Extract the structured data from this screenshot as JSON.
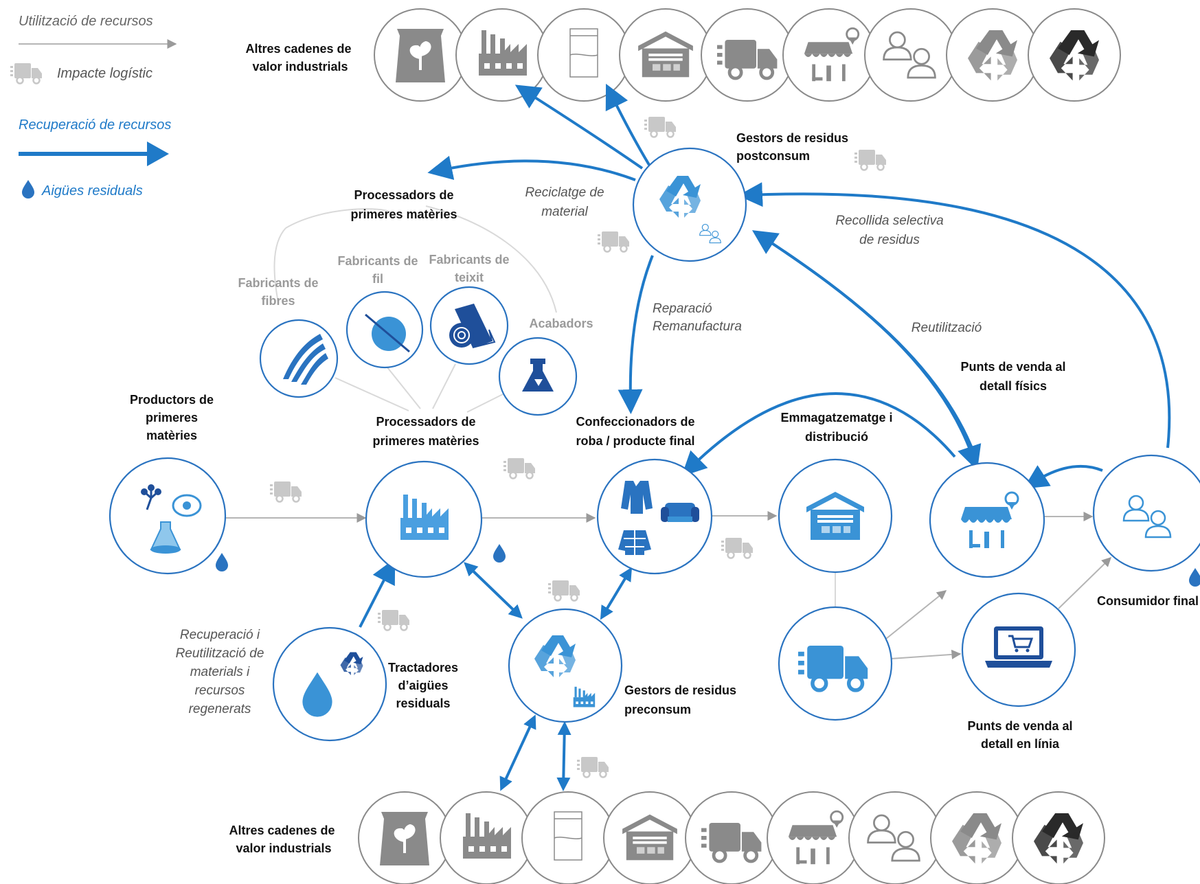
{
  "legend": {
    "resource_use": "Utilització de recursos",
    "logistic_impact": "Impacte logístic",
    "resource_recovery": "Recuperació de recursos",
    "wastewater": "Aigües residuals"
  },
  "rows": {
    "top_label": "Altres cadenes de valor industrials",
    "bottom_label": "Altres cadenes de valor industrials",
    "icons": [
      "seed-bag-icon",
      "factory-icon",
      "fabric-roll-icon",
      "warehouse-icon",
      "delivery-truck-icon",
      "shop-icon",
      "people-icon",
      "recycle-icon",
      "recycle-dark-icon"
    ]
  },
  "nodes": {
    "postconsumer": "Gestors de residus postconsum",
    "processors_top": "Processadors de primeres matèries",
    "fibre_makers": "Fabricants de fibres",
    "yarn_makers": "Fabricants de fil",
    "fabric_makers": "Fabricants de teixit",
    "finishers": "Acabadors",
    "producers": "Productors de primeres matèries",
    "processors": "Processadors de primeres matèries",
    "garment_makers": "Confeccionadors de roba / producte final",
    "storage": "Emmagatzematge i distribució",
    "physical_retail": "Punts de venda al detall físics",
    "online_retail": "Punts de venda al detall en línia",
    "consumer": "Consumidor final",
    "wastewater_treaters": "Tractadores d’aigües residuals",
    "preconsumer": "Gestors de residus preconsum"
  },
  "flows": {
    "material_recycling": "Reciclatge de material",
    "selective_collection": "Recollida selectiva de residus",
    "repair": "Reparació Remanufactura",
    "reuse": "Reutilització",
    "recovery": "Recuperació i Reutilització de materials i recursos regenerats"
  },
  "colors": {
    "accent_blue": "#1f7ac8",
    "icon_blue": "#3a93d6",
    "dark_blue": "#1f4f9a",
    "grey": "#8a8a8a",
    "light_grey": "#c8c8c8"
  }
}
